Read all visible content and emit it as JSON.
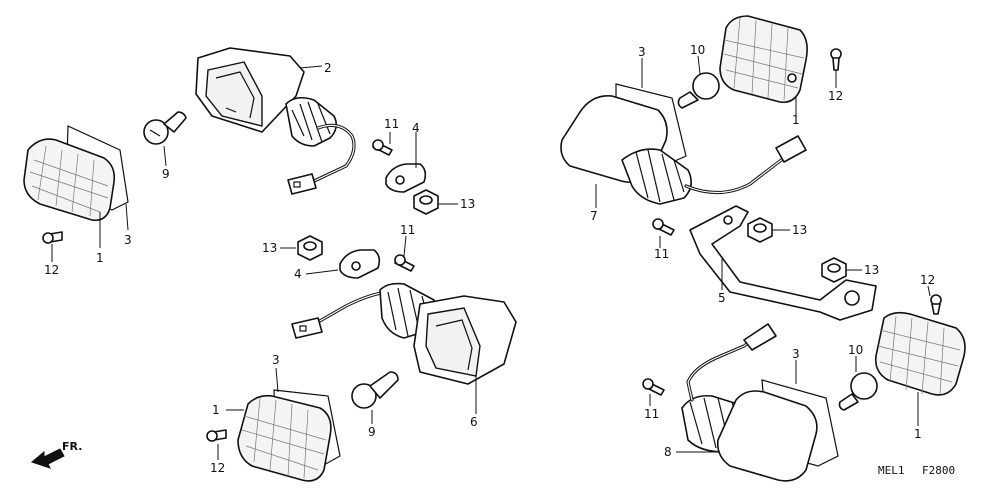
{
  "callouts": {
    "c1a": "1",
    "c1b": "1",
    "c1c": "1",
    "c1d": "1",
    "c2": "2",
    "c3a": "3",
    "c3b": "3",
    "c3c": "3",
    "c3d": "3",
    "c4a": "4",
    "c4b": "4",
    "c5": "5",
    "c6": "6",
    "c7": "7",
    "c8": "8",
    "c9a": "9",
    "c9b": "9",
    "c10a": "10",
    "c10b": "10",
    "c11a": "11",
    "c11b": "11",
    "c11c": "11",
    "c11d": "11",
    "c12a": "12",
    "c12b": "12",
    "c12c": "12",
    "c12d": "12",
    "c13a": "13",
    "c13b": "13",
    "c13c": "13",
    "c13d": "13"
  },
  "direction": {
    "label": "FR."
  },
  "codes": {
    "left": "MEL1",
    "right": "F2800"
  }
}
